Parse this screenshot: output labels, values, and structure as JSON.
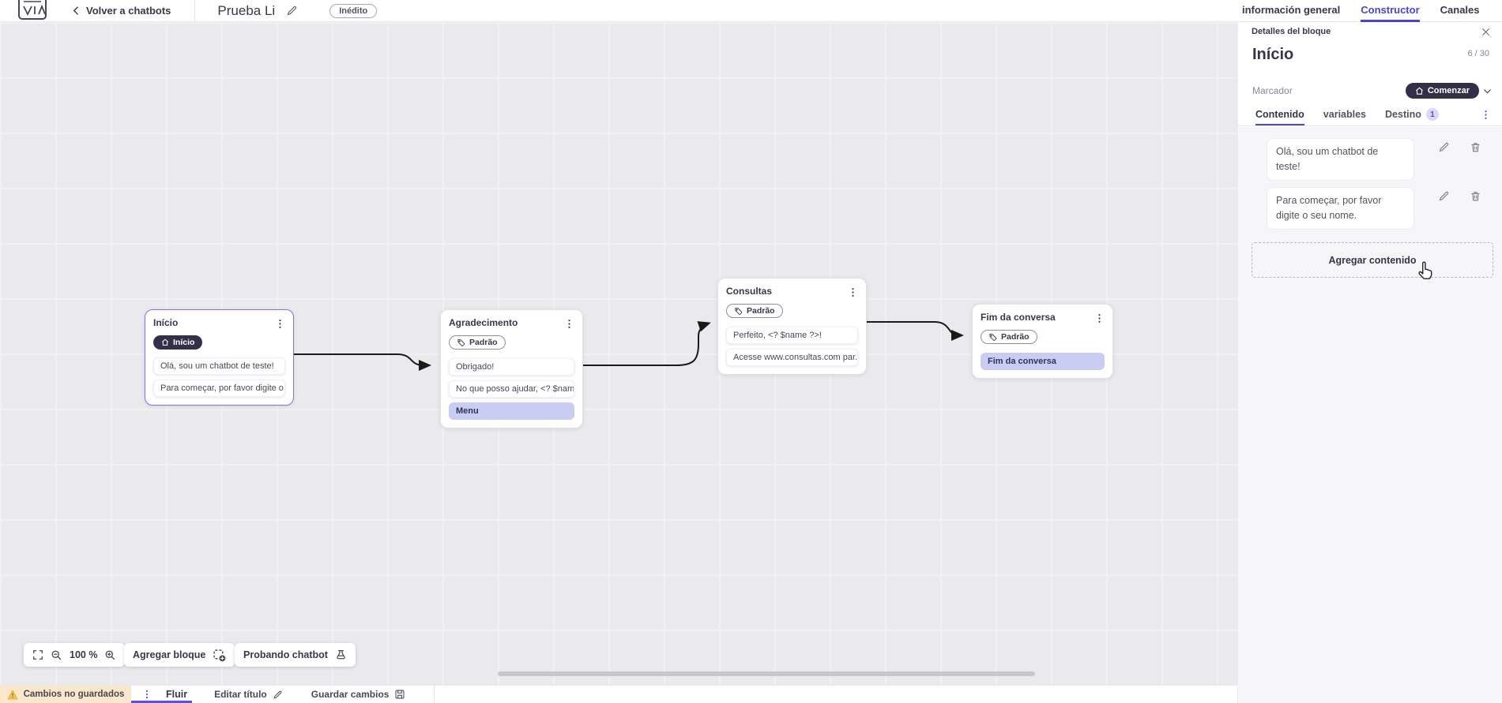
{
  "colors": {
    "accent_blue": "#4845d2",
    "accent_purple": "#5a51e0",
    "dark_badge_bg": "#352e47",
    "action_row_bg": "#c9cdf4",
    "selected_block_border": "#7d75ec",
    "warning_bg": "#fbe7cc",
    "warning_icon": "#f4c451",
    "connector": "#1a1a1a",
    "canvas_bg": "#eae9ec"
  },
  "topbar": {
    "back_label": "Volver a chatbots",
    "title": "Prueba Li",
    "status_badge": "Inédito",
    "tabs": [
      {
        "label": "información general"
      },
      {
        "label": "Constructor"
      },
      {
        "label": "Canales"
      }
    ]
  },
  "panel": {
    "header_title": "Detalles del bloque",
    "block_name": "Início",
    "char_counter": "6 / 30",
    "marker_label": "Marcador",
    "marker_value": "Comenzar",
    "tabs": [
      {
        "label": "Contenido"
      },
      {
        "label": "variables"
      },
      {
        "label": "Destino",
        "badge": "1"
      }
    ],
    "contents": [
      {
        "text": "Olá, sou um chatbot de teste!"
      },
      {
        "text": "Para começar, por favor digite o seu nome."
      }
    ],
    "add_content_label": "Agregar contenido"
  },
  "canvas": {
    "blocks": [
      {
        "title": "Início",
        "badge": "Início",
        "rows": [
          {
            "text": "Olá, sou um chatbot de teste!"
          },
          {
            "text": "Para começar, por favor digite o ..."
          }
        ]
      },
      {
        "title": "Agradecimento",
        "badge": "Padrão",
        "rows": [
          {
            "text": "Obrigado!"
          },
          {
            "text": "No que posso ajudar, <? $name ..."
          },
          {
            "text": "Menu"
          }
        ]
      },
      {
        "title": "Consultas",
        "badge": "Padrão",
        "rows": [
          {
            "text": "Perfeito, <? $name ?>!"
          },
          {
            "text": "Acesse www.consultas.com par..."
          }
        ]
      },
      {
        "title": "Fim da conversa",
        "badge": "Padrão",
        "rows": [
          {
            "text": "Fim da conversa"
          }
        ]
      }
    ],
    "toolbar": {
      "zoom_level": "100 %",
      "add_block_label": "Agregar bloque",
      "test_chatbot_label": "Probando chatbot"
    }
  },
  "bottombar": {
    "unsaved_changes_label": "Cambios no guardados",
    "flow_tab_label": "Fluir",
    "edit_title_label": "Editar título",
    "save_changes_label": "Guardar cambios"
  }
}
